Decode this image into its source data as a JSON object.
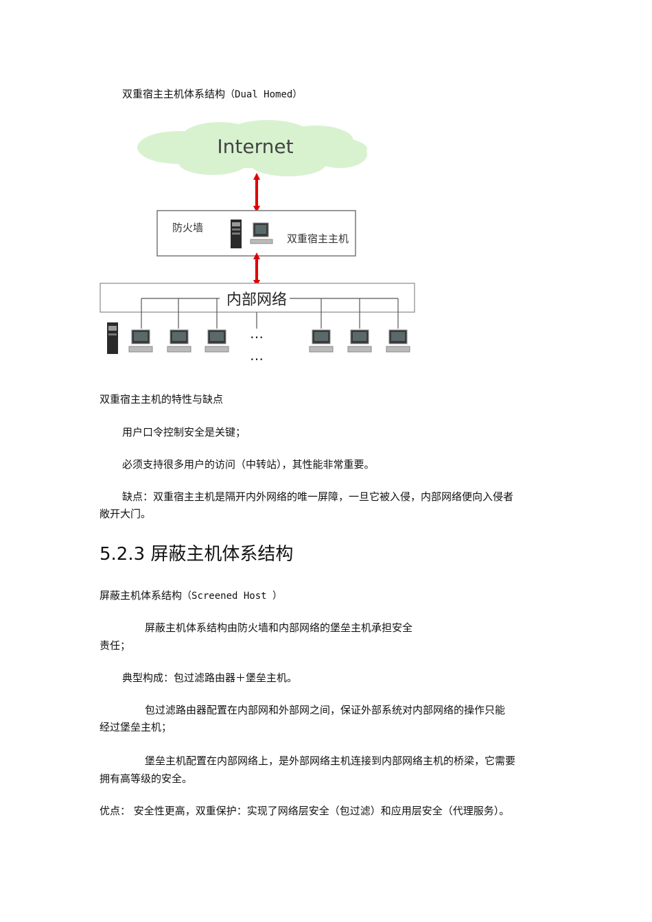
{
  "caption_dual": {
    "text": "双重宿主主机体系结构",
    "paren": "（Dual Homed）"
  },
  "diagram": {
    "internet_label": "Internet",
    "firewall_label": "防火墙",
    "host_label": "双重宿主主机",
    "lan_label": "内部网络",
    "dots_top": "…",
    "dots_bottom": "…"
  },
  "section_title": "双重宿主主机的特性与缺点",
  "p1": "用户口令控制安全是关键；",
  "p2": "必须支持很多用户的访问（中转站），其性能非常重要。",
  "p3_line1": "缺点：双重宿主主机是隔开内外网络的唯一屏障，一旦它被入侵，内部网络便向入侵者",
  "p3_line2": "敞开大门。",
  "heading_523": "5.2.3 屏蔽主机体系结构",
  "caption_screened": {
    "text": "屏蔽主机体系结构",
    "paren": "（Screened Host ）"
  },
  "p4_line1": "屏蔽主机体系结构由防火墙和内部网络的堡垒主机承担安全",
  "p4_line2": "责任；",
  "p5": "典型构成：包过滤路由器＋堡垒主机。",
  "p6_line1": "包过滤路由器配置在内部网和外部网之间，保证外部系统对内部网络的操作只能",
  "p6_line2": "经过堡垒主机；",
  "p7_line1": "堡垒主机配置在内部网络上，是外部网络主机连接到内部网络主机的桥梁，它需要",
  "p7_line2": "拥有高等级的安全。",
  "p8": "优点：  安全性更高，双重保护：实现了网络层安全（包过滤）和应用层安全（代理服务）。",
  "colors": {
    "cloud": "#d8f2d0",
    "arrow": "#e00000",
    "box_border": "#777777"
  }
}
